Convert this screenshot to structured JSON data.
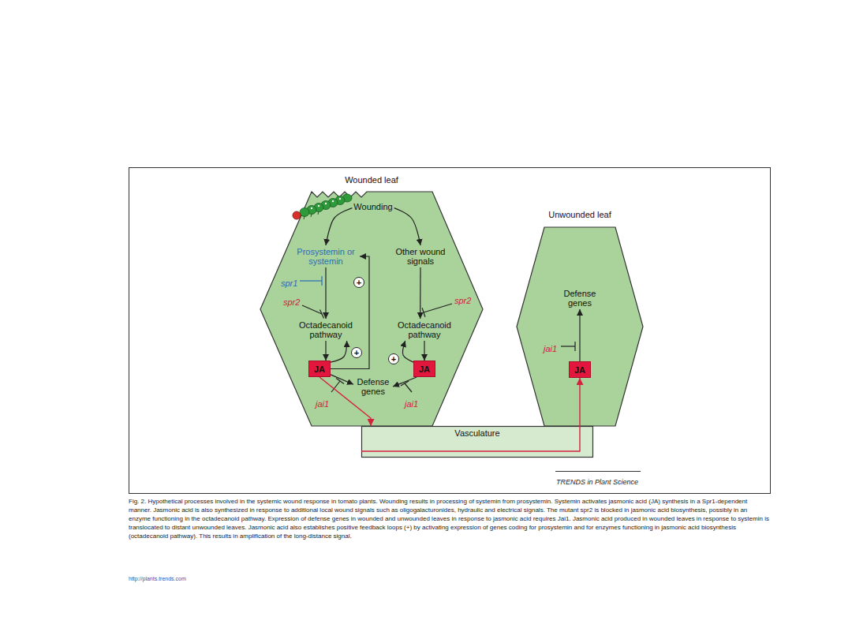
{
  "diagram": {
    "caption": "Fig. 2. Hypothetical processes involved in the systemic wound response in tomato plants. Wounding results in processing of systemin from prosystemin. Systemin activates jasmonic acid (JA) synthesis in a Spr1-dependent manner. Jasmonic acid is also synthesized in response to additional local wound signals such as oligogalacturonides, hydraulic and electrical signals. The mutant spr2 is blocked in jasmonic acid biosynthesis, possibly in an enzyme functioning in the octadecanoid pathway. Expression of defense genes in wounded and unwounded leaves in response to jasmonic acid requires Jai1. Jasmonic acid produced in wounded leaves in response to systemin is translocated to distant unwounded leaves. Jasmonic acid also establishes positive feedback loops (+) by activating expression of genes coding for prosystemin and for enzymes functioning in jasmonic acid biosynthesis (octadecanoid pathway). This results in amplification of the long-distance signal.",
    "nodes": [
      {
        "text": [
          "Wounded leaf"
        ]
      },
      {
        "text": [
          "Wounding"
        ],
        "in": 0
      },
      {
        "text": [
          "Prosystemin or systemin"
        ],
        "in": 0
      },
      {
        "text": [
          "Other wound signals"
        ],
        "in": 0
      },
      {
        "text": [
          "+"
        ],
        "in": 0
      },
      {
        "text": [
          "Octadecanoid pathway"
        ],
        "in": 0
      },
      {
        "text": [
          "Octadecanoid pathway"
        ],
        "in": 0
      },
      {
        "text": [
          "+"
        ],
        "in": 0
      },
      {
        "text": [
          "+"
        ],
        "in": 0
      },
      {
        "text": [
          "JA"
        ],
        "in": 0
      },
      {
        "text": [
          "Defense genes"
        ],
        "in": 0
      },
      {
        "text": [
          "JA"
        ],
        "in": 0
      },
      {
        "text": [
          "Unwounded leaf"
        ]
      },
      {
        "text": [
          "Defense genes"
        ],
        "in": 12
      },
      {
        "text": [
          "JA"
        ],
        "in": 12
      },
      {
        "text": [
          "Vasculature"
        ]
      }
    ],
    "edges": [
      {
        "from": 1,
        "to": 2,
        "arrow": "to"
      },
      {
        "from": 1,
        "to": 3,
        "arrow": "to"
      },
      {
        "from": 2,
        "to": 5,
        "arrow": "to"
      },
      {
        "from": 3,
        "to": 6,
        "arrow": "to"
      },
      {
        "from": 5,
        "to": 9,
        "arrow": "to"
      },
      {
        "from": 6,
        "to": 11,
        "arrow": "to"
      },
      {
        "from": 9,
        "to": 10,
        "arrow": "to"
      },
      {
        "from": 11,
        "to": 10,
        "arrow": "to"
      },
      {
        "from": 9,
        "to": 2,
        "arrow": "to"
      },
      {
        "from": 9,
        "to": 5,
        "arrow": "to"
      },
      {
        "from": 11,
        "to": 6,
        "arrow": "to"
      },
      {
        "from": 9,
        "to": 15,
        "arrow": "to"
      },
      {
        "from": 15,
        "to": 14,
        "arrow": "to"
      },
      {
        "from": 14,
        "to": 13,
        "arrow": "to"
      }
    ],
    "labels": [
      "spr1",
      "spr2",
      "spr2",
      "jai1",
      "jai1",
      "jai1",
      "TRENDS in Plant Science",
      "http://plants.trends.com"
    ]
  }
}
